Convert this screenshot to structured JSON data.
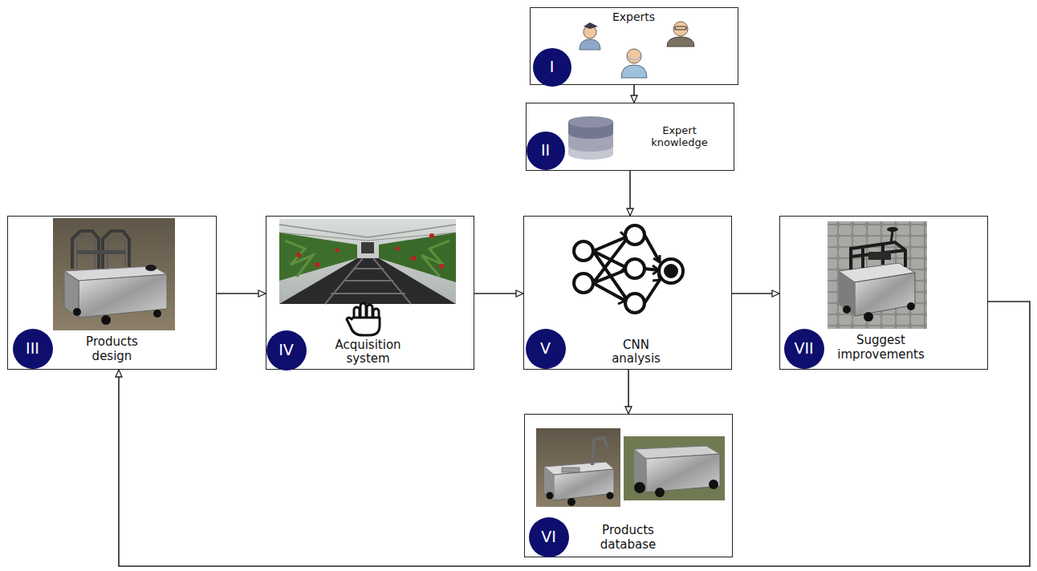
{
  "diagram": {
    "nodes": [
      {
        "text": [
          "Experts"
        ]
      },
      {
        "text": [
          "I"
        ],
        "in": 0
      },
      {
        "text": [
          "Expert knowledge"
        ]
      },
      {
        "text": [
          "II"
        ],
        "in": 2
      },
      {
        "text": [
          "Products design"
        ]
      },
      {
        "text": [
          "III"
        ],
        "in": 4
      },
      {
        "text": [
          "Acquisition system"
        ]
      },
      {
        "text": [
          "IV"
        ],
        "in": 6
      },
      {
        "text": [
          "CNN analysis"
        ]
      },
      {
        "text": [
          "V"
        ],
        "in": 8
      },
      {
        "text": [
          "Products database"
        ]
      },
      {
        "text": [
          "VI"
        ],
        "in": 10
      },
      {
        "text": [
          "Suggest improvements"
        ]
      },
      {
        "text": [
          "VII"
        ],
        "in": 12
      }
    ],
    "edges": [
      {
        "from": 0,
        "to": 2,
        "arrow": "to"
      },
      {
        "from": 2,
        "to": 8,
        "arrow": "to"
      },
      {
        "from": 4,
        "to": 6,
        "arrow": "to"
      },
      {
        "from": 6,
        "to": 8,
        "arrow": "to"
      },
      {
        "from": 8,
        "to": 12,
        "arrow": "to"
      },
      {
        "from": 8,
        "to": 10,
        "arrow": "to"
      },
      {
        "from": 12,
        "to": 4,
        "arrow": "to"
      }
    ]
  }
}
